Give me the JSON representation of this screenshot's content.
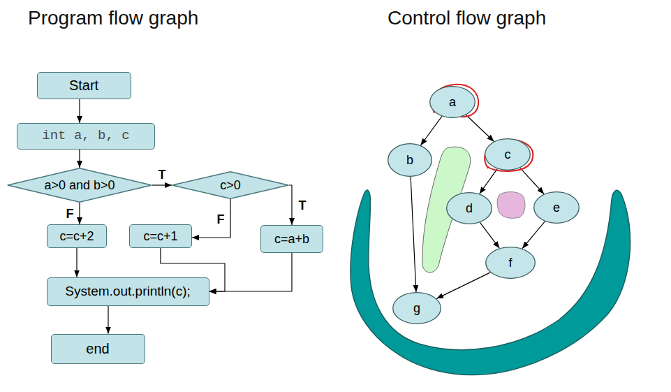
{
  "diagram": {
    "nodes": [
      {
        "text": [
          "Start"
        ]
      },
      {
        "text": [
          "int a, b, c"
        ]
      },
      {
        "text": [
          "a>0 and b>0"
        ]
      },
      {
        "text": [
          "c>0"
        ]
      },
      {
        "text": [
          "c=c+2"
        ]
      },
      {
        "text": [
          "c=c+1"
        ]
      },
      {
        "text": [
          "c=a+b"
        ]
      },
      {
        "text": [
          "System.out.println(c);"
        ]
      },
      {
        "text": [
          "end"
        ]
      },
      {
        "text": [
          "a"
        ]
      },
      {
        "text": [
          "b"
        ]
      },
      {
        "text": [
          "c"
        ]
      },
      {
        "text": [
          "d"
        ]
      },
      {
        "text": [
          "e"
        ]
      },
      {
        "text": [
          "f"
        ]
      },
      {
        "text": [
          "g"
        ]
      }
    ],
    "edges": [
      {
        "from": 0,
        "to": 1,
        "arrow": "to"
      },
      {
        "from": 1,
        "to": 2,
        "arrow": "to"
      },
      {
        "from": 2,
        "to": 3,
        "label": "T",
        "arrow": "to"
      },
      {
        "from": 2,
        "to": 4,
        "label": "F",
        "arrow": "to"
      },
      {
        "from": 3,
        "to": 5,
        "label": "F",
        "arrow": "to"
      },
      {
        "from": 3,
        "to": 6,
        "label": "T",
        "arrow": "to"
      },
      {
        "from": 4,
        "to": 7,
        "arrow": "to"
      },
      {
        "from": 5,
        "to": 7,
        "arrow": "to"
      },
      {
        "from": 6,
        "to": 7,
        "arrow": "to"
      },
      {
        "from": 7,
        "to": 8,
        "arrow": "to"
      },
      {
        "from": 9,
        "to": 10,
        "arrow": "to"
      },
      {
        "from": 9,
        "to": 11,
        "arrow": "to"
      },
      {
        "from": 10,
        "to": 15,
        "arrow": "to"
      },
      {
        "from": 11,
        "to": 12,
        "arrow": "to"
      },
      {
        "from": 11,
        "to": 13,
        "arrow": "to"
      },
      {
        "from": 12,
        "to": 14,
        "arrow": "to"
      },
      {
        "from": 13,
        "to": 14,
        "arrow": "to"
      },
      {
        "from": 14,
        "to": 15,
        "arrow": "to"
      }
    ],
    "labels": [
      "Program flow graph",
      "Control flow graph"
    ]
  }
}
